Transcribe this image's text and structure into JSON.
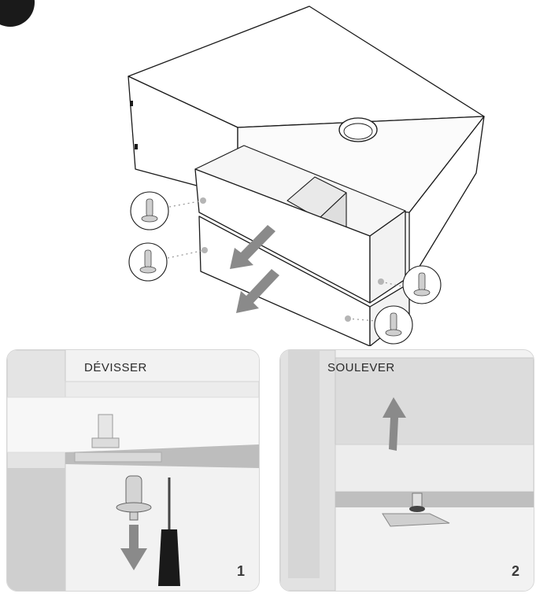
{
  "panels": [
    {
      "label": "DÉVISSER",
      "number": "1"
    },
    {
      "label": "SOULEVER",
      "number": "2"
    }
  ],
  "colors": {
    "line": "#1a1a1a",
    "arrow": "#8a8a8a",
    "hardware": "#cfcfcf"
  },
  "icons": [
    "step-badge",
    "screw-icon",
    "screwdriver-icon",
    "arrow-down-icon",
    "arrow-up-icon"
  ]
}
